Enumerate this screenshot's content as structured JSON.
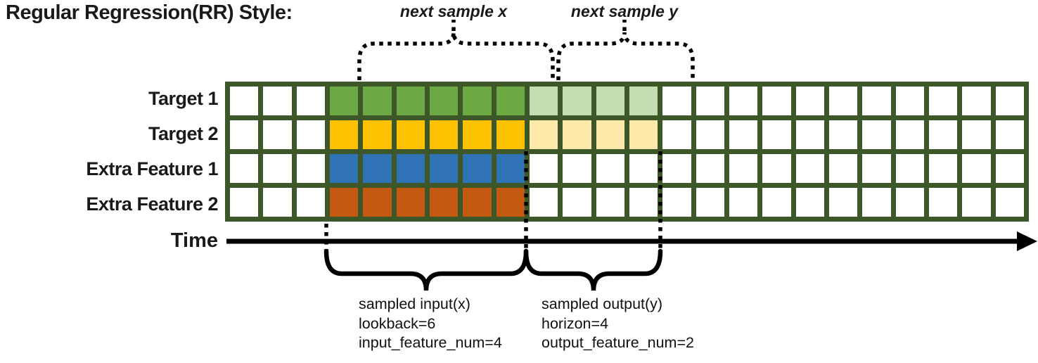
{
  "title": "Regular Regression(RR) Style:",
  "top_annotations": {
    "next_sample_x": "next sample x",
    "next_sample_y": "next sample y"
  },
  "rows": [
    {
      "label": "Target 1",
      "input_color": "#6CA945",
      "output_color": "#C6DDB4"
    },
    {
      "label": "Target 2",
      "input_color": "#FEC100",
      "output_color": "#FDE9A9"
    },
    {
      "label": "Extra Feature 1",
      "input_color": "#2F73B5",
      "output_color": null
    },
    {
      "label": "Extra Feature 2",
      "input_color": "#C45A12",
      "output_color": null
    }
  ],
  "grid": {
    "total_columns": 24,
    "blank_lead_columns": 3,
    "lookback": 6,
    "horizon": 4,
    "border_color": "#3D5728",
    "empty_cell_color": "#FFFFFF"
  },
  "time_axis": {
    "label": "Time"
  },
  "bottom_annotations": {
    "input": {
      "title": "sampled input(x)",
      "line2": "lookback=6",
      "line3": "input_feature_num=4"
    },
    "output": {
      "title": "sampled output(y)",
      "line2": "horizon=4",
      "line3": "output_feature_num=2"
    }
  },
  "colors": {
    "annotation_ink": "#000000"
  }
}
